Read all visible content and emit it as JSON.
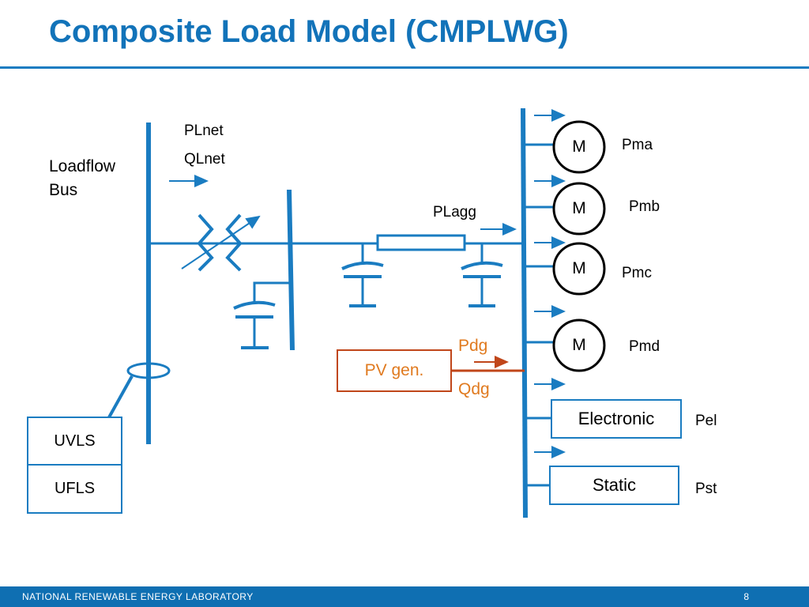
{
  "slide": {
    "title": "Composite Load Model (CMPLWG)",
    "page_number": "8"
  },
  "footer": {
    "org": "NATIONAL RENEWABLE ENERGY LABORATORY"
  },
  "diagram": {
    "loadflow_bus_line1": "Loadflow",
    "loadflow_bus_line2": "Bus",
    "plnet": "PLnet",
    "qlnet": "QLnet",
    "plagg": "PLagg",
    "pdg": "Pdg",
    "qdg": "Qdg",
    "pv_gen": "PV gen.",
    "uvls": "UVLS",
    "ufls": "UFLS",
    "motors": [
      {
        "symbol": "M",
        "power": "Pma"
      },
      {
        "symbol": "M",
        "power": "Pmb"
      },
      {
        "symbol": "M",
        "power": "Pmc"
      },
      {
        "symbol": "M",
        "power": "Pmd"
      }
    ],
    "electronic": "Electronic",
    "pel": "Pel",
    "static": "Static",
    "pst": "Pst"
  },
  "colors": {
    "accent": "#1a7cc1",
    "pv": "#c0461a",
    "pv_text": "#e07a1f"
  }
}
